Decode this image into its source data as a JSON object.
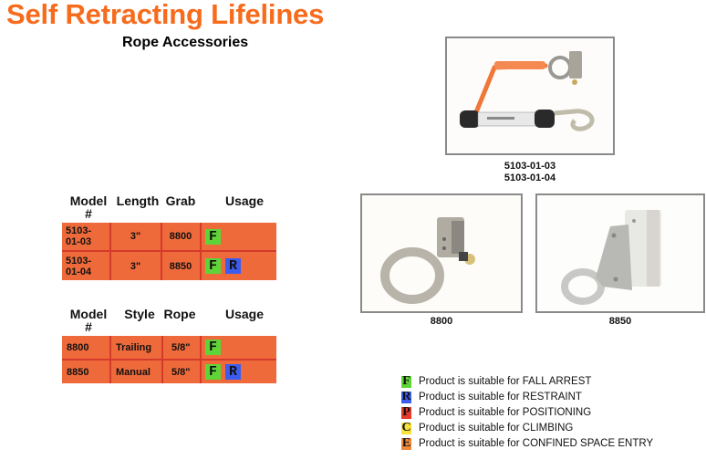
{
  "header": {
    "title": "Self Retracting Lifelines",
    "subtitle": "Rope Accessories"
  },
  "colors": {
    "title": "#f76b1c",
    "table_bg": "#ef6a3a",
    "table_lines": "#d43a2c",
    "fall_arrest": "#5fd438",
    "restraint": "#3c5cf0",
    "positioning": "#e83a2a",
    "climbing": "#f5e23a",
    "confined_space": "#f08a3a"
  },
  "table1": {
    "headers": [
      "Model",
      "#",
      "Length",
      "Grab",
      "Usage"
    ],
    "rows": [
      {
        "model_line1": "5103-",
        "model_line2": "01-03",
        "length": "3\"",
        "grab": "8800",
        "usage": [
          "F"
        ]
      },
      {
        "model_line1": "5103-",
        "model_line2": "01-04",
        "length": "3\"",
        "grab": "8850",
        "usage": [
          "F",
          "R"
        ]
      }
    ]
  },
  "table2": {
    "headers": [
      "Model",
      "#",
      "Style",
      "Rope",
      "Usage"
    ],
    "rows": [
      {
        "model": "8800",
        "style": "Trailing",
        "rope": "5/8\"",
        "usage": [
          "F"
        ]
      },
      {
        "model": "8850",
        "style": "Manual",
        "rope": "5/8\"",
        "usage": [
          "F",
          "R"
        ]
      }
    ]
  },
  "images": [
    {
      "caption_line1": "5103-01-03",
      "caption_line2": "5103-01-04",
      "depicts": "orange lanyard with rope grab and snap hook"
    },
    {
      "caption": "8800",
      "depicts": "trailing rope grab"
    },
    {
      "caption": "8850",
      "depicts": "manual rope grab"
    }
  ],
  "legend": [
    {
      "letter": "F",
      "text": "Product is suitable for FALL ARREST"
    },
    {
      "letter": "R",
      "text": "Product is suitable for RESTRAINT"
    },
    {
      "letter": "P",
      "text": "Product is suitable for POSITIONING"
    },
    {
      "letter": "C",
      "text": "Product is suitable for CLIMBING"
    },
    {
      "letter": "E",
      "text": "Product is suitable for CONFINED SPACE ENTRY"
    }
  ]
}
